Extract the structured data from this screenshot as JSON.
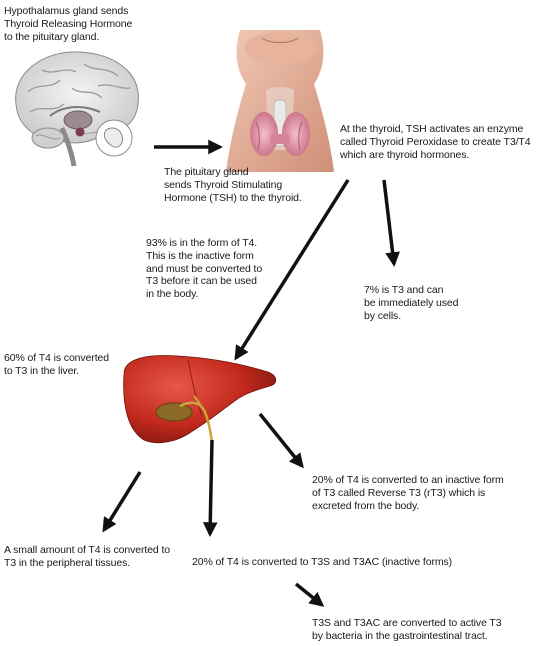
{
  "labels": {
    "hypothalamus": "Hypothalamus gland sends\nThyroid Releasing Hormone\nto the pituitary gland.",
    "pituitary": "The pituitary gland\nsends Thyroid Stimulating\nHormone (TSH) to the thyroid.",
    "thyroid": "At the thyroid, TSH activates an enzyme\ncalled Thyroid Peroxidase to create T3/T4\nwhich are thyroid hormones.",
    "t4_93": "93% is in the form of T4.\nThis is the inactive form\nand must be converted to\nT3 before it can be used\nin the body.",
    "t3_7": "7% is T3 and can\nbe immediately used\nby cells.",
    "liver": "60% of T4 is converted\nto T3 in the liver.",
    "rt3": "20% of T4 is converted to an inactive form\nof T3 called Reverse T3 (rT3) which is\nexcreted from the body.",
    "peripheral": "A small amount of T4 is converted to\nT3 in the peripheral tissues.",
    "t3s": "20% of T4 is converted to T3S and T3AC (inactive forms)",
    "gut": "T3S and T3AC are converted to active T3\nby bacteria in the gastrointestinal tract."
  },
  "illustrations": {
    "brain": "brain-illustration",
    "neck": "neck-thyroid-illustration",
    "liver": "liver-illustration"
  },
  "colors": {
    "text": "#1a1a1a",
    "arrow": "#111111",
    "liver": "#c0281b",
    "thyroid": "#d98a9a",
    "skin": "#e9b7a1"
  }
}
